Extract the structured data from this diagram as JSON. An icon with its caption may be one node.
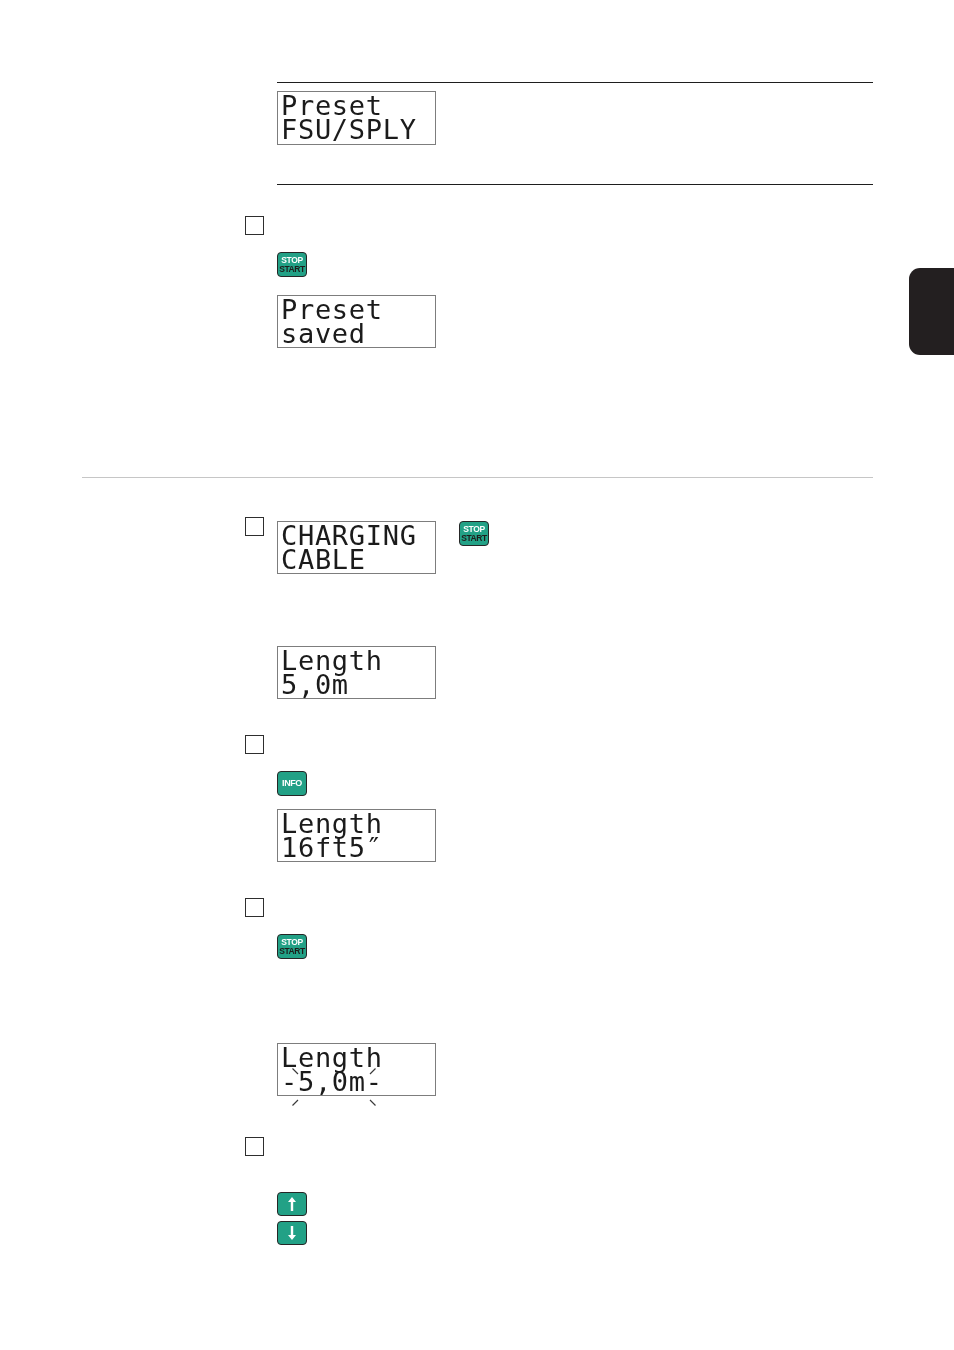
{
  "diagram": {
    "nodes": [
      {
        "text": [
          "Preset FSU/SPLY"
        ]
      },
      {
        "text": [
          "STOP",
          "START"
        ]
      },
      {
        "text": [
          "Preset saved"
        ]
      },
      {
        "text": [
          "CHARGING CABLE"
        ]
      },
      {
        "text": [
          "STOP",
          "START"
        ]
      },
      {
        "text": [
          "Length 5,0m"
        ]
      },
      {
        "text": [
          "INFO"
        ]
      },
      {
        "text": [
          "Length 16ft5″"
        ]
      },
      {
        "text": [
          "STOP",
          "START"
        ]
      },
      {
        "text": [
          "Length -5,0m-"
        ]
      },
      {
        "text": [],
        "shape": "box"
      },
      {
        "text": [],
        "shape": "box"
      },
      {
        "text": [],
        "shape": "box"
      }
    ]
  }
}
